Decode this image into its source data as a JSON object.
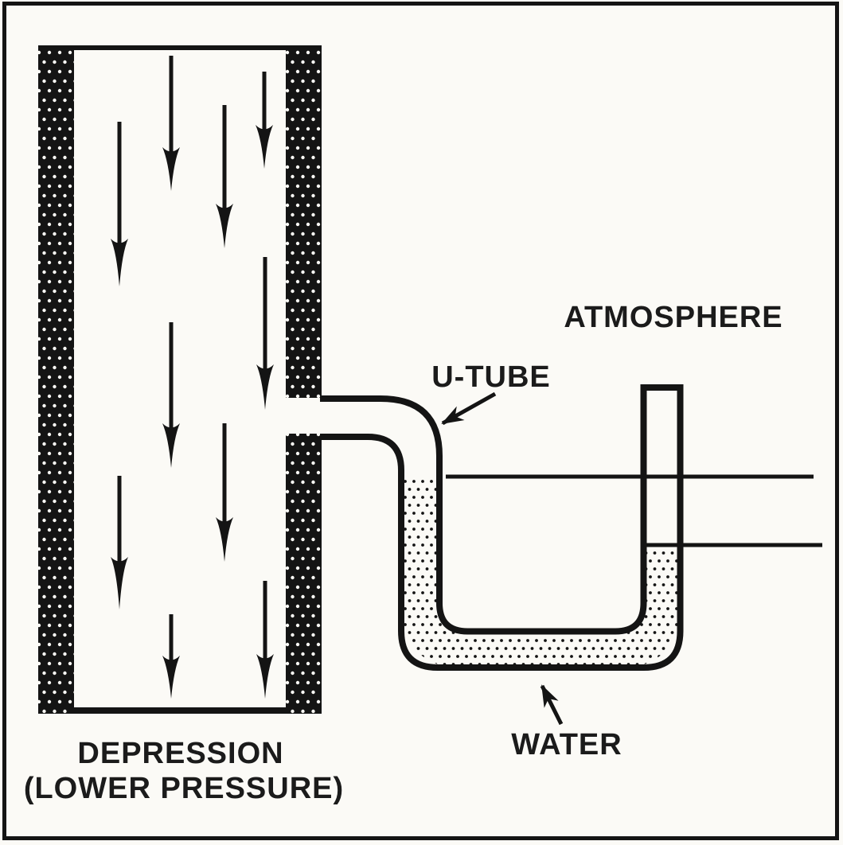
{
  "figure": {
    "type": "technical-diagram",
    "description": "U-tube water manometer connected between a duct with downward airflow (depression) and the atmosphere",
    "labels": {
      "atmosphere": "ATMOSPHERE",
      "u_tube": "U-TUBE",
      "water": "WATER",
      "depression_line1": "DEPRESSION",
      "depression_line2": "(LOWER PRESSURE)"
    },
    "airflow": {
      "direction": "down",
      "arrow_count": 10
    },
    "water_levels": {
      "duct_side": "higher",
      "atmosphere_side": "lower"
    },
    "colors": {
      "ink": "#141414",
      "paper": "#fbfaf6"
    }
  }
}
